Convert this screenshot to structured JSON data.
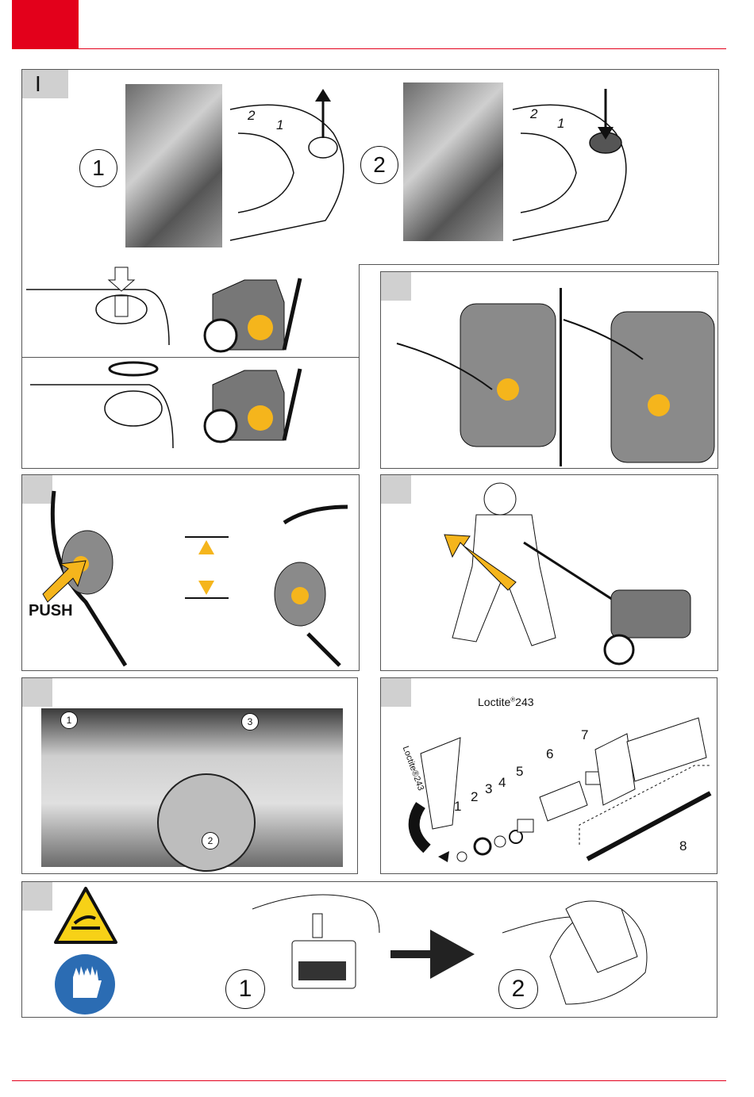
{
  "header": {
    "brand_color": "#e3001b"
  },
  "panel_top": {
    "label": "I",
    "step1": "1",
    "step2": "2",
    "dial_nums": [
      "2",
      "1"
    ]
  },
  "panel_handle": {
    "push_label": "PUSH"
  },
  "panel_blade": {
    "loctite_label": "Loctite",
    "loctite_reg": "®",
    "loctite_num": "243",
    "tube_text": "Loctite®243",
    "part_numbers": [
      "1",
      "2",
      "3",
      "4",
      "5",
      "6",
      "7",
      "8"
    ]
  },
  "panel_underside": {
    "callouts": [
      "1",
      "2",
      "3"
    ]
  },
  "panel_bottom": {
    "step1": "1",
    "step2": "2"
  },
  "icons": {
    "accent": "#f5b51c",
    "mandatory_blue": "#2b6cb3",
    "warning_yellow": "#f7d117",
    "names": [
      "hot-surface-warning-icon",
      "gloves-mandatory-icon",
      "arrow-right-icon"
    ]
  }
}
